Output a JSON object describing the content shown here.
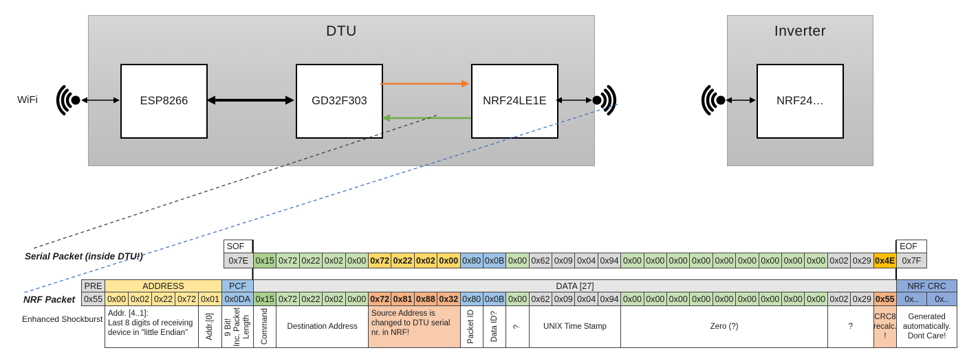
{
  "colors": {
    "gray_cell": "#D9D9D9",
    "data_hdr": "#E7E6E6",
    "green_dark": "#A9D08E",
    "green": "#C6E0B4",
    "gold": "#FFD966",
    "gold_dark": "#FFC000",
    "yellow": "#FFE699",
    "blue": "#9DC3E6",
    "crc_blue": "#8EAADB",
    "salmon": "#F4B183",
    "salmon_light": "#F8CBAD",
    "orange_arrow": "#ED7D31",
    "green_arrow": "#70AD47",
    "blue_dash": "#4472C4",
    "black": "#000000",
    "dash_black": "#404040"
  },
  "diagram": {
    "wifi_label": "WiFi",
    "dtu": {
      "title": "DTU",
      "components": [
        "ESP8266",
        "GD32F303",
        "NRF24LE1E"
      ]
    },
    "inverter": {
      "title": "Inverter",
      "components": [
        "NRF24…"
      ]
    }
  },
  "serial_packet": {
    "label": "Serial Packet (inside DTU!)",
    "sof_header": "SOF",
    "eof_header": "EOF",
    "cells": [
      {
        "v": "0x7E",
        "c": "gray_cell",
        "w": "sof"
      },
      {
        "v": "0x15",
        "c": "green_dark"
      },
      {
        "v": "0x72",
        "c": "green"
      },
      {
        "v": "0x22",
        "c": "green"
      },
      {
        "v": "0x02",
        "c": "green"
      },
      {
        "v": "0x00",
        "c": "green"
      },
      {
        "v": "0x72",
        "c": "gold",
        "b": true
      },
      {
        "v": "0x22",
        "c": "gold",
        "b": true
      },
      {
        "v": "0x02",
        "c": "gold",
        "b": true
      },
      {
        "v": "0x00",
        "c": "gold",
        "b": true
      },
      {
        "v": "0x80",
        "c": "blue"
      },
      {
        "v": "0x0B",
        "c": "blue"
      },
      {
        "v": "0x00",
        "c": "green"
      },
      {
        "v": "0x62",
        "c": "gray_cell"
      },
      {
        "v": "0x09",
        "c": "gray_cell"
      },
      {
        "v": "0x04",
        "c": "gray_cell"
      },
      {
        "v": "0x94",
        "c": "gray_cell"
      },
      {
        "v": "0x00",
        "c": "green"
      },
      {
        "v": "0x00",
        "c": "green"
      },
      {
        "v": "0x00",
        "c": "green"
      },
      {
        "v": "0x00",
        "c": "green"
      },
      {
        "v": "0x00",
        "c": "green"
      },
      {
        "v": "0x00",
        "c": "green"
      },
      {
        "v": "0x00",
        "c": "green"
      },
      {
        "v": "0x00",
        "c": "green"
      },
      {
        "v": "0x00",
        "c": "green"
      },
      {
        "v": "0x02",
        "c": "gray_cell"
      },
      {
        "v": "0x29",
        "c": "gray_cell"
      },
      {
        "v": "0x4E",
        "c": "gold_dark",
        "b": true
      },
      {
        "v": "0x7F",
        "c": "gray_cell",
        "w": "eof"
      }
    ]
  },
  "nrf_packet": {
    "label": "NRF Packet",
    "sublabel": "Enhanced Shockburst",
    "headers": [
      {
        "t": "PRE",
        "c": "gray_cell",
        "w": "pre"
      },
      {
        "t": "ADDRESS",
        "c": "yellow",
        "w": "addr",
        "span": 5
      },
      {
        "t": "PCF",
        "c": "blue",
        "w": "pcf"
      },
      {
        "t": "DATA [27]",
        "c": "data_hdr",
        "w": "data",
        "span": 28
      },
      {
        "t": "NRF CRC",
        "c": "crc_blue",
        "w": "crc",
        "span": 2
      }
    ],
    "cells": [
      {
        "v": "0x55",
        "c": "gray_cell",
        "w": "pre"
      },
      {
        "v": "0x00",
        "c": "yellow",
        "w": "addr"
      },
      {
        "v": "0x02",
        "c": "yellow",
        "w": "addr"
      },
      {
        "v": "0x22",
        "c": "yellow",
        "w": "addr"
      },
      {
        "v": "0x72",
        "c": "yellow",
        "w": "addr"
      },
      {
        "v": "0x01",
        "c": "yellow",
        "w": "addr"
      },
      {
        "v": "0x0DA",
        "c": "blue",
        "w": "pcf"
      },
      {
        "v": "0x15",
        "c": "green_dark"
      },
      {
        "v": "0x72",
        "c": "green"
      },
      {
        "v": "0x22",
        "c": "green"
      },
      {
        "v": "0x02",
        "c": "green"
      },
      {
        "v": "0x00",
        "c": "green"
      },
      {
        "v": "0x72",
        "c": "salmon",
        "b": true
      },
      {
        "v": "0x81",
        "c": "salmon",
        "b": true
      },
      {
        "v": "0x88",
        "c": "salmon",
        "b": true
      },
      {
        "v": "0x32",
        "c": "salmon",
        "b": true
      },
      {
        "v": "0x80",
        "c": "blue"
      },
      {
        "v": "0x0B",
        "c": "blue"
      },
      {
        "v": "0x00",
        "c": "green"
      },
      {
        "v": "0x62",
        "c": "gray_cell"
      },
      {
        "v": "0x09",
        "c": "gray_cell"
      },
      {
        "v": "0x04",
        "c": "gray_cell"
      },
      {
        "v": "0x94",
        "c": "gray_cell"
      },
      {
        "v": "0x00",
        "c": "green"
      },
      {
        "v": "0x00",
        "c": "green"
      },
      {
        "v": "0x00",
        "c": "green"
      },
      {
        "v": "0x00",
        "c": "green"
      },
      {
        "v": "0x00",
        "c": "green"
      },
      {
        "v": "0x00",
        "c": "green"
      },
      {
        "v": "0x00",
        "c": "green"
      },
      {
        "v": "0x00",
        "c": "green"
      },
      {
        "v": "0x00",
        "c": "green"
      },
      {
        "v": "0x02",
        "c": "gray_cell"
      },
      {
        "v": "0x29",
        "c": "gray_cell"
      },
      {
        "v": "0x55",
        "c": "salmon",
        "b": true
      },
      {
        "v": "0x..",
        "c": "crc_blue",
        "w": "crc"
      },
      {
        "v": "0x..",
        "c": "crc_blue",
        "w": "crc"
      }
    ],
    "annotations": [
      {
        "text": "Addr. [4..1]:\nLast 8 digits of receiving device in \"little Endian\"",
        "w": "addr",
        "span": 4,
        "align": "left"
      },
      {
        "text": "Addr.[0]",
        "w": "addr",
        "rot": true
      },
      {
        "text": "9 Bit!\nInc. Packet\nLength",
        "w": "pcf",
        "rot": true
      },
      {
        "text": "Command",
        "w": "data",
        "rot": true
      },
      {
        "text": "Destination Address",
        "w": "data",
        "span": 4
      },
      {
        "text": "Source Address is changed to DTU serial nr. in NRF!",
        "w": "data",
        "span": 4,
        "c": "salmon_light",
        "align": "left"
      },
      {
        "text": "Packet ID",
        "w": "data",
        "rot": true
      },
      {
        "text": "Data ID?",
        "w": "data",
        "rot": true
      },
      {
        "text": "?",
        "w": "data",
        "rot": true
      },
      {
        "text": "UNIX Time Stamp",
        "w": "data",
        "span": 4
      },
      {
        "text": "Zero (?)",
        "w": "data",
        "span": 9
      },
      {
        "text": "?",
        "w": "data",
        "span": 2
      },
      {
        "text": "CRC8 recalc. !",
        "w": "data",
        "c": "salmon_light"
      },
      {
        "text": "Generated automatically. Dont Care!",
        "w": "crc",
        "span": 2
      }
    ]
  }
}
